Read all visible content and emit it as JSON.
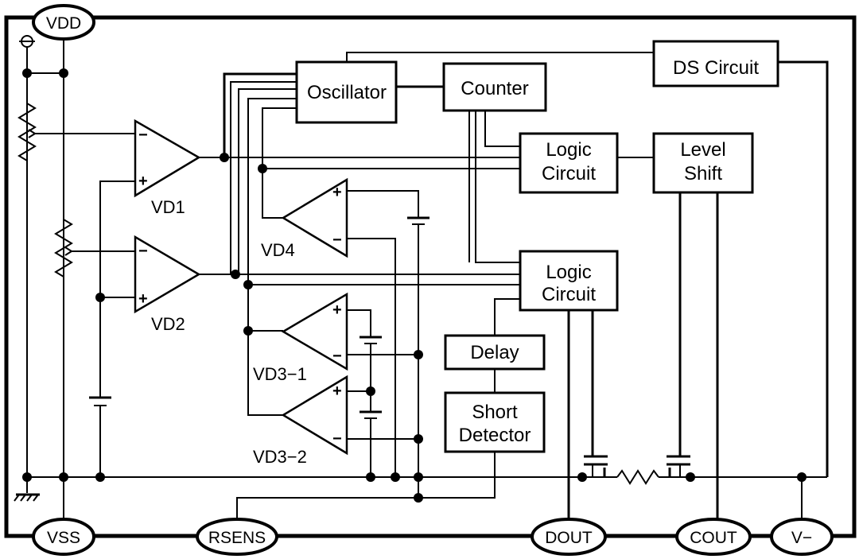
{
  "pins": {
    "vdd": "VDD",
    "vss": "VSS",
    "rsens": "RSENS",
    "dout": "DOUT",
    "cout": "COUT",
    "vminus": "V−"
  },
  "blocks": {
    "oscillator": "Oscillator",
    "counter": "Counter",
    "ds_circuit": "DS Circuit",
    "logic_circuit_1": [
      "Logic",
      "Circuit"
    ],
    "logic_circuit_2": [
      "Logic",
      "Circuit"
    ],
    "level_shift": [
      "Level",
      "Shift"
    ],
    "delay": "Delay",
    "short_detector": [
      "Short",
      "Detector"
    ]
  },
  "comparators": {
    "vd1": "VD1",
    "vd2": "VD2",
    "vd3_1": "VD3−1",
    "vd3_2": "VD3−2",
    "vd4": "VD4"
  },
  "signs": {
    "plus": "+",
    "minus": "−"
  }
}
